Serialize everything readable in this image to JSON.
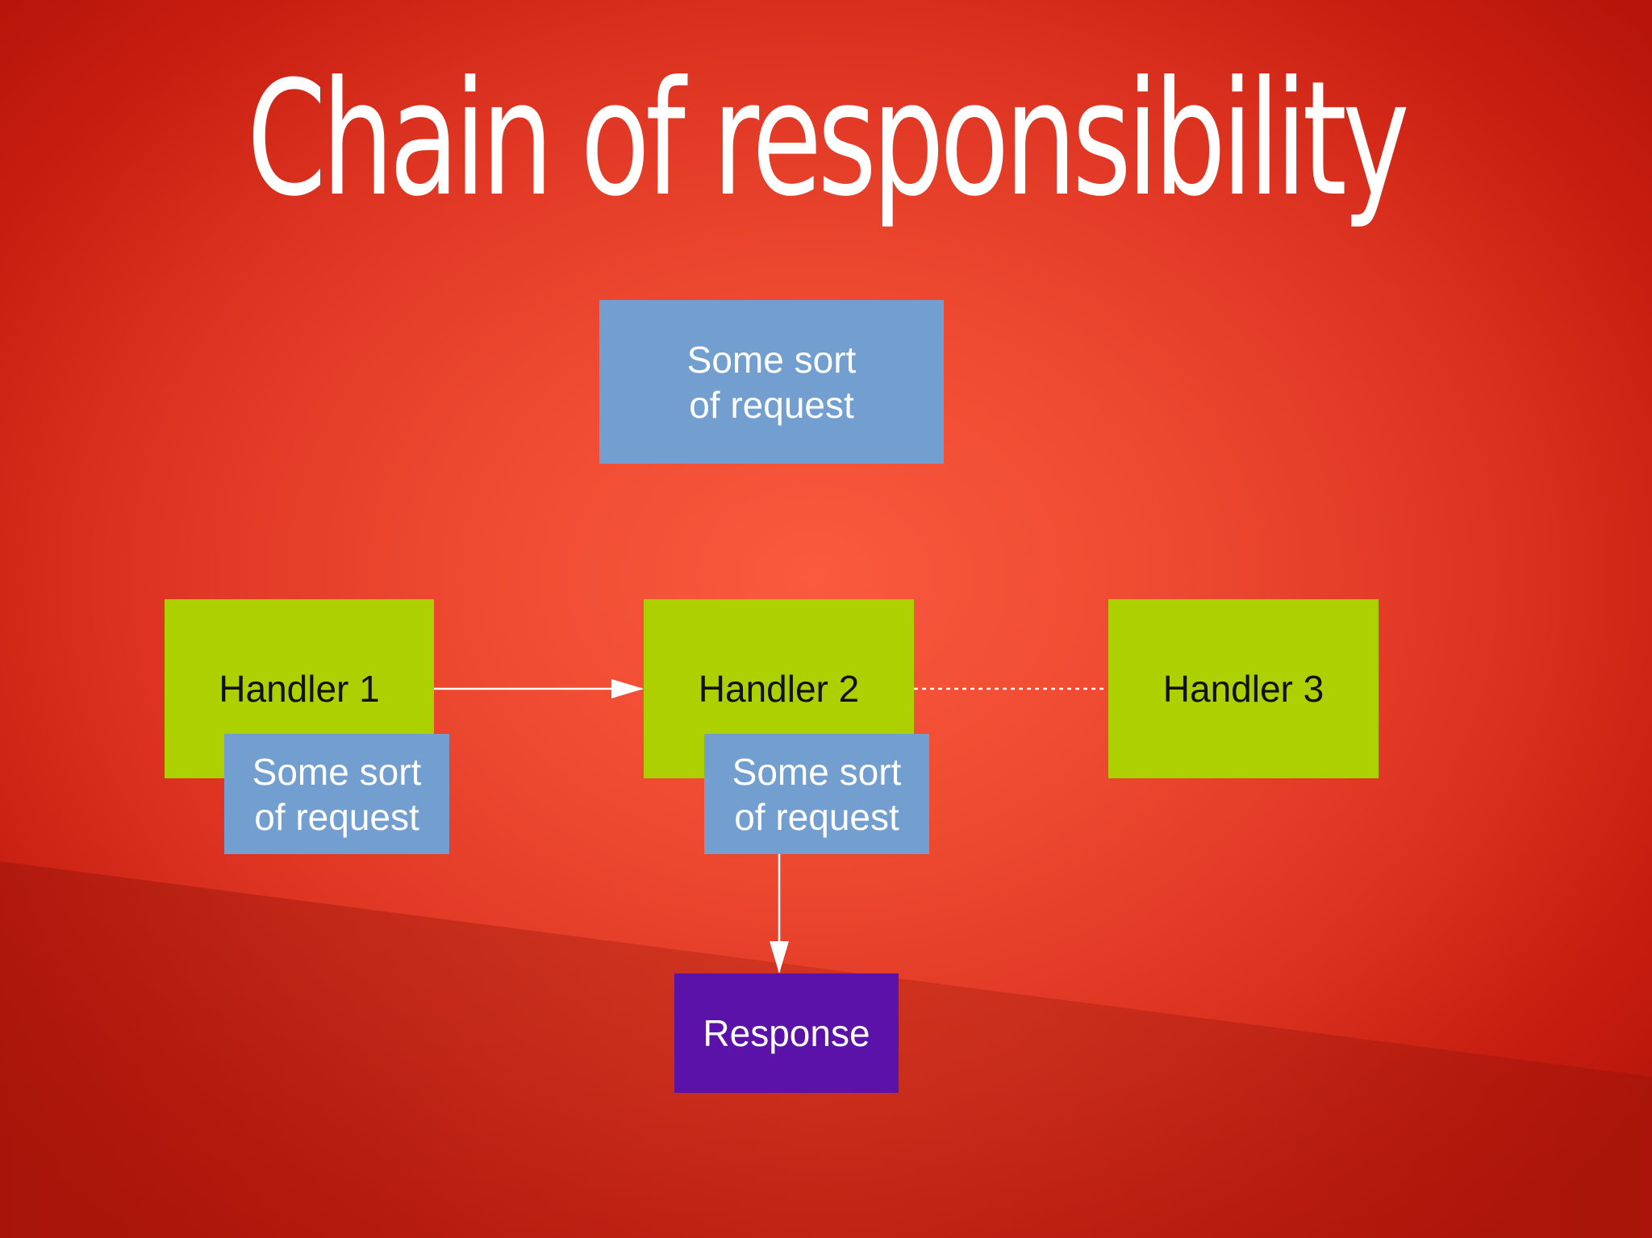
{
  "title": "Chain of responsibility",
  "diagram": {
    "request_top": {
      "label": "Some sort\nof request"
    },
    "handlers": [
      {
        "label": "Handler 1"
      },
      {
        "label": "Handler 2"
      },
      {
        "label": "Handler 3"
      }
    ],
    "request_at_handler1": {
      "label": "Some sort\nof request"
    },
    "request_at_handler2": {
      "label": "Some sort\nof request"
    },
    "response": {
      "label": "Response"
    },
    "colors": {
      "request_box": "#729fcf",
      "handler_box": "#add100",
      "response_box": "#5b12a8",
      "connector": "#ffffff",
      "background": "#e8412c"
    }
  }
}
